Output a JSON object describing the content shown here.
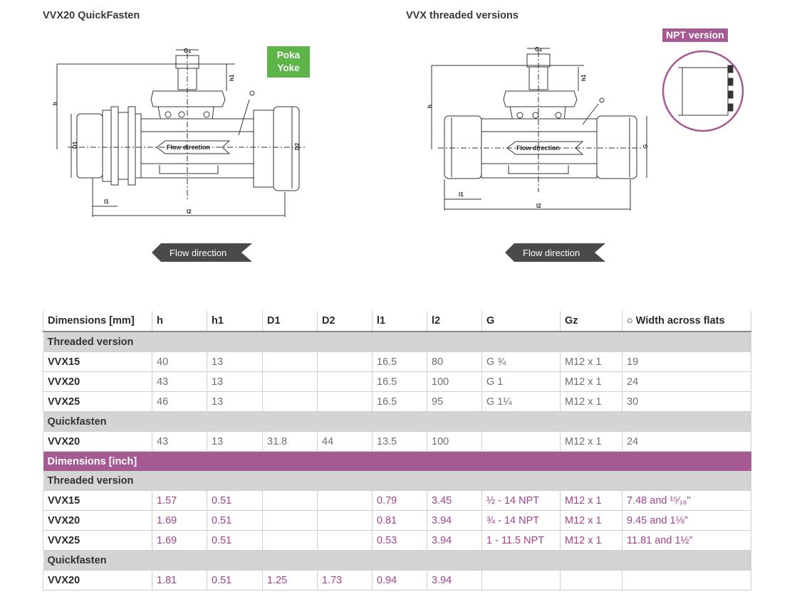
{
  "left_title": "VVX20 QuickFasten",
  "right_title": "VVX threaded versions",
  "npt_badge": "NPT version",
  "poka_yoke": [
    "Poka",
    "Yoke"
  ],
  "flow_label": "Flow direction",
  "drawing_labels": {
    "gz": "Gz",
    "h1": "h1",
    "h": "h",
    "d1": "D1",
    "d2": "D2",
    "l1": "l1",
    "l2": "l2",
    "g": "G",
    "flow": "Flow direction"
  },
  "table": {
    "headers": [
      "Dimensions [mm]",
      "h",
      "h1",
      "D1",
      "D2",
      "l1",
      "l2",
      "G",
      "Gz",
      "○ Width across flats"
    ],
    "mm_threaded_label": "Threaded version",
    "mm_threaded_rows": [
      {
        "name": "VVX15",
        "h": "40",
        "h1": "13",
        "d1": "",
        "d2": "",
        "l1": "16.5",
        "l2": "80",
        "g": "G ¾",
        "gz": "M12 x 1",
        "waf": "19"
      },
      {
        "name": "VVX20",
        "h": "43",
        "h1": "13",
        "d1": "",
        "d2": "",
        "l1": "16.5",
        "l2": "100",
        "g": "G 1",
        "gz": "M12 x 1",
        "waf": "24"
      },
      {
        "name": "VVX25",
        "h": "46",
        "h1": "13",
        "d1": "",
        "d2": "",
        "l1": "16.5",
        "l2": "95",
        "g": "G 1¼",
        "gz": "M12 x 1",
        "waf": "30"
      }
    ],
    "mm_quick_label": "Quickfasten",
    "mm_quick_rows": [
      {
        "name": "VVX20",
        "h": "43",
        "h1": "13",
        "d1": "31.8",
        "d2": "44",
        "l1": "13.5",
        "l2": "100",
        "g": "",
        "gz": "M12 x 1",
        "waf": "24"
      }
    ],
    "inch_label": "Dimensions [inch]",
    "inch_threaded_label": "Threaded version",
    "inch_threaded_rows": [
      {
        "name": "VVX15",
        "h": "1.57",
        "h1": "0.51",
        "d1": "",
        "d2": "",
        "l1": "0.79",
        "l2": "3.45",
        "g": "½ - 14 NPT",
        "gz": "M12 x 1",
        "waf": "7.48 and ¹⁵⁄₁₆\""
      },
      {
        "name": "VVX20",
        "h": "1.69",
        "h1": "0.51",
        "d1": "",
        "d2": "",
        "l1": "0.81",
        "l2": "3.94",
        "g": "¾ - 14 NPT",
        "gz": "M12 x 1",
        "waf": "9.45 and 1⅛\""
      },
      {
        "name": "VVX25",
        "h": "1.69",
        "h1": "0.51",
        "d1": "",
        "d2": "",
        "l1": "0.53",
        "l2": "3.94",
        "g": "1 - 11.5 NPT",
        "gz": "M12 x 1",
        "waf": "11.81 and 1½\""
      }
    ],
    "inch_quick_label": "Quickfasten",
    "inch_quick_rows": [
      {
        "name": "VVX20",
        "h": "1.81",
        "h1": "0.51",
        "d1": "1.25",
        "d2": "1.73",
        "l1": "0.94",
        "l2": "3.94",
        "g": "",
        "gz": "",
        "waf": ""
      }
    ]
  },
  "colors": {
    "accent": "#a65a93",
    "poka_green": "#5db547",
    "arrow_dark": "#4a4a4a",
    "group_gray": "#d4d4d4"
  }
}
